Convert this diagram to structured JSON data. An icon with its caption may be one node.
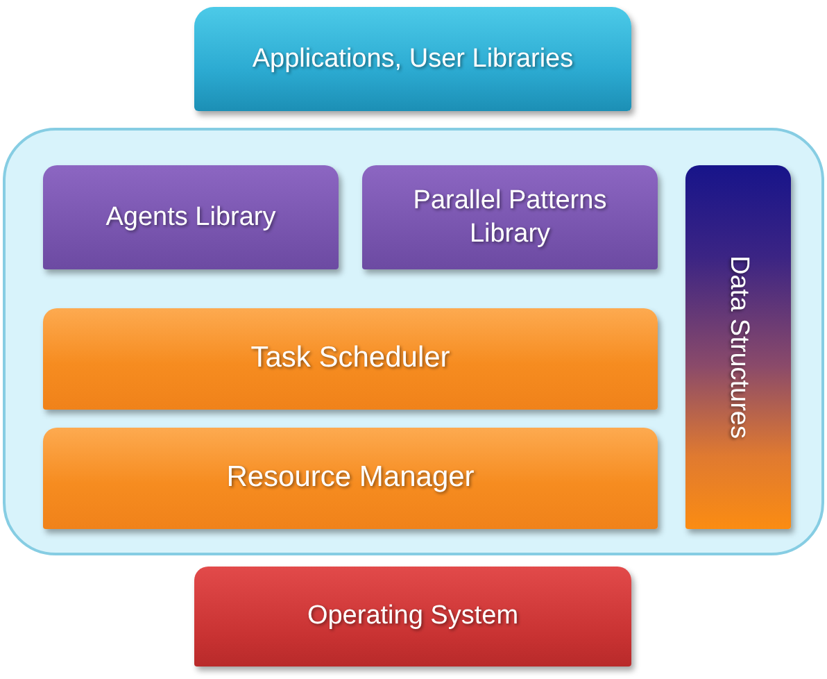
{
  "diagram": {
    "nodes": [
      {
        "text": [
          "Applications, User Libraries"
        ]
      },
      {
        "text": [],
        "shape": "box"
      },
      {
        "text": [
          "Agents Library"
        ],
        "in": 1
      },
      {
        "text": [
          "Parallel Patterns Library"
        ],
        "in": 1
      },
      {
        "text": [
          "Task Scheduler"
        ],
        "in": 1
      },
      {
        "text": [
          "Resource Manager"
        ],
        "in": 1
      },
      {
        "text": [
          "Data Structures"
        ],
        "in": 1
      },
      {
        "text": [
          "Operating System"
        ]
      }
    ]
  }
}
